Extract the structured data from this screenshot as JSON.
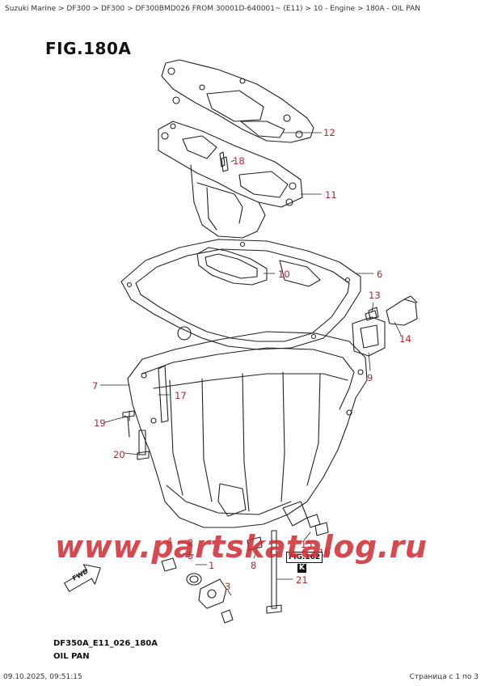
{
  "header": {
    "breadcrumb": "Suzuki Marine > DF300 > DF300 > DF300BMD026 FROM 30001D-640001~ (E11) > 10 - Engine > 180A - OIL PAN"
  },
  "figure": {
    "title": "FIG.180A",
    "fig_ref": "FIG.162",
    "key_letter": "K",
    "fwd_label": "FWD",
    "code": "DF350A_E11_026_180A",
    "part_name": "OIL PAN"
  },
  "callouts": [
    "1",
    "2",
    "3",
    "4",
    "5",
    "6",
    "7",
    "8",
    "9",
    "10",
    "11",
    "12",
    "13",
    "14",
    "15",
    "16",
    "17",
    "18",
    "19",
    "20",
    "21"
  ],
  "watermark": "www.partskatalog.ru",
  "footer": {
    "timestamp": "09.10.2025, 09:51:15",
    "page": "Страница с 1 по 3"
  },
  "colors": {
    "callout": "#b3262b",
    "line": "#222222",
    "watermark": "#cf2a30"
  }
}
